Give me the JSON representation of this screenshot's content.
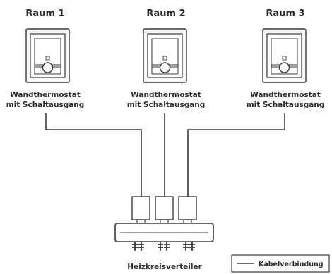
{
  "rooms": [
    {
      "title": "Raum 1",
      "caption_line1": "Wandthermostat",
      "caption_line2": "mit Schaltausgang"
    },
    {
      "title": "Raum 2",
      "caption_line1": "Wandthermostat",
      "caption_line2": "mit Schaltausgang"
    },
    {
      "title": "Raum 3",
      "caption_line1": "Wandthermostat",
      "caption_line2": "mit Schaltausgang"
    }
  ],
  "manifold": {
    "label": "Heizkreisverteiler"
  },
  "legend": {
    "label": "Kabelverbindung"
  },
  "colors": {
    "line": "#3a3a3a",
    "panel": "#f7f7f7",
    "text": "#2a2a2a"
  }
}
